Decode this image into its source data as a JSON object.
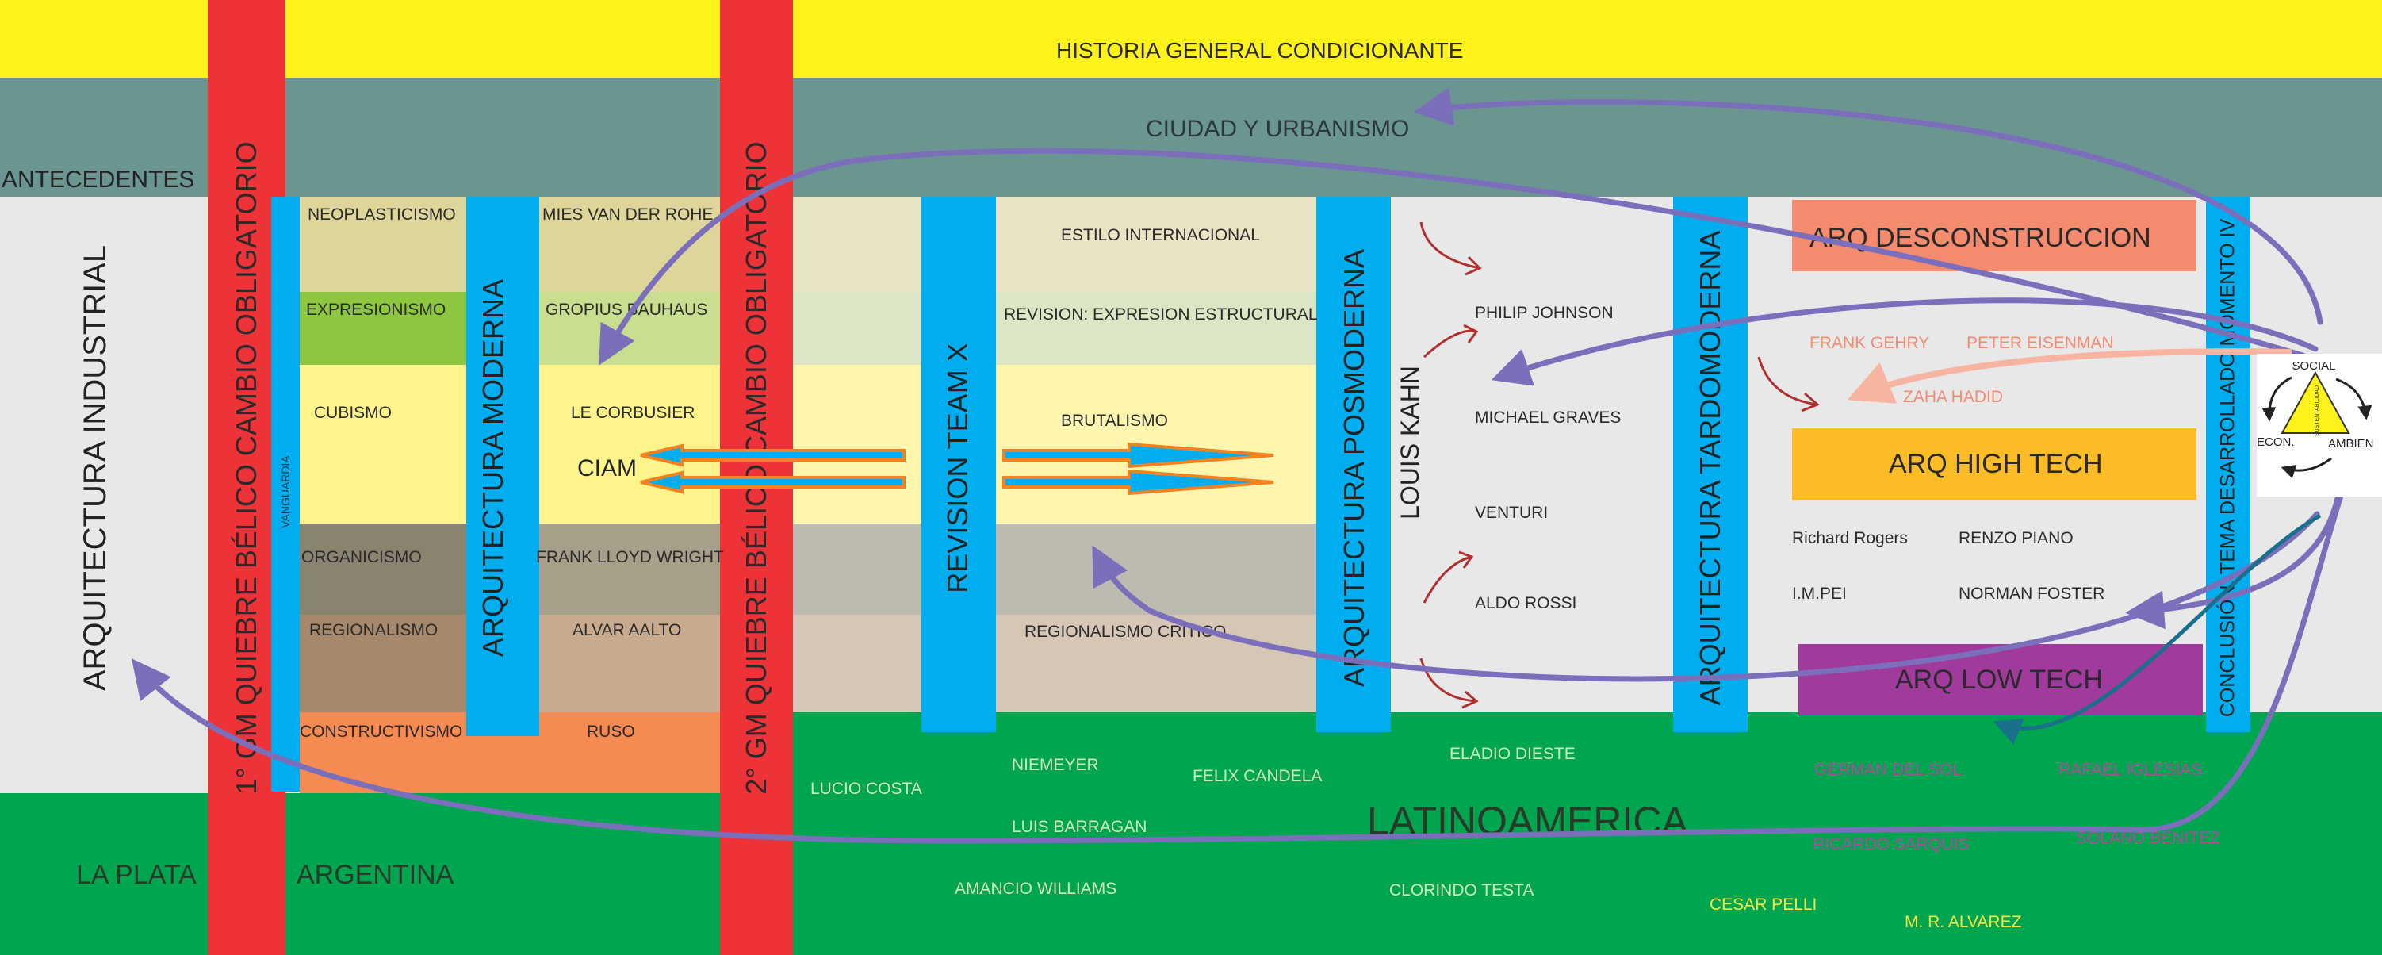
{
  "bands": {
    "historia": "HISTORIA GENERAL CONDICIONANTE",
    "ciudad": "CIUDAD Y URBANISMO",
    "antecedentes": "ANTECEDENTES",
    "latinoamerica": "LATINOAMERICA",
    "la_plata": "LA PLATA",
    "argentina": "ARGENTINA"
  },
  "vertical": {
    "industrial": "ARQUITECTURA INDUSTRIAL",
    "quiebre1": "1° GM QUIEBRE BÉLICO CAMBIO OBLIGATORIO",
    "vanguardia": "VANGUARDIA",
    "moderna": "ARQUITECTURA MODERNA",
    "quiebre2": "2° GM QUIEBRE BÉLICO CAMBIO OBLIGATORIO",
    "teamx": "REVISION TEAM X",
    "posmoderna": "ARQUITECTURA  POSMODERNA",
    "kahn": "LOUIS KAHN",
    "tardomoderna": "ARQUITECTURA  TARDOMODERNA",
    "conclusion": "CONCLUSIÓN: TEMA DESARROLLADO MOMENTO IV"
  },
  "movements": {
    "neoplasticismo": "NEOPLASTICISMO",
    "expresionismo": "EXPRESIONISMO",
    "cubismo": "CUBISMO",
    "organicismo": "ORGANICISMO",
    "regionalismo": "REGIONALISMO",
    "constructivismo": "CONSTRUCTIVISMO"
  },
  "masters": {
    "mies": "MIES VAN DER ROHE",
    "gropius": "GROPIUS BAUHAUS",
    "corbusier": "LE CORBUSIER",
    "ciam": "CIAM",
    "wright": "FRANK LLOYD WRIGHT",
    "aalto": "ALVAR AALTO",
    "ruso": "RUSO"
  },
  "postwar": {
    "estilo": "ESTILO INTERNACIONAL",
    "revision": "REVISION: EXPRESION ESTRUCTURAL",
    "brutalismo": "BRUTALISMO",
    "regionalismo_critico": "REGIONALISMO  CRITICO"
  },
  "posmo": {
    "johnson": "PHILIP JOHNSON",
    "graves": "MICHAEL GRAVES",
    "venturi": "VENTURI",
    "rossi": "ALDO ROSSI"
  },
  "late": {
    "deconstruccion": "ARQ DESCONSTRUCCION",
    "gehry": "FRANK GEHRY",
    "eisenman": "PETER EISENMAN",
    "hadid": "ZAHA HADID",
    "hightech": "ARQ HIGH TECH",
    "rogers": "Richard Rogers",
    "piano": "RENZO PIANO",
    "pei": "I.M.PEI",
    "foster": "NORMAN FOSTER",
    "lowtech": "ARQ LOW TECH"
  },
  "triangle": {
    "social": "SOCIAL",
    "econ": "ECON.",
    "ambien": "AMBIEN",
    "center": "SUSTENTABILIDAD"
  },
  "latam": {
    "costa": "LUCIO COSTA",
    "niemeyer": "NIEMEYER",
    "candela": "FELIX CANDELA",
    "barragan": "LUIS BARRAGAN",
    "williams": "AMANCIO WILLIAMS",
    "dieste": "ELADIO DIESTE",
    "testa": "CLORINDO TESTA",
    "sol": "GERMAN DEL SOL",
    "iglesias": "RAFAEL IGLESIAS",
    "sarquis": "RICARDO SARQUIS",
    "benitez": "SOLANO BENITEZ",
    "pelli": "CESAR PELLI",
    "alvarez": "M. R. ALVAREZ"
  },
  "colors": {
    "yellow": "#fff21a",
    "teal": "#6b9590",
    "grey": "#e8e8e8",
    "green": "#00a550",
    "red": "#ee3338",
    "blue": "#00aeef",
    "purple": "#7b6fbb",
    "salmon": "#f48a6e",
    "amber": "#fcbc27",
    "magenta": "#a03a9c",
    "darkred": "#b03030"
  }
}
